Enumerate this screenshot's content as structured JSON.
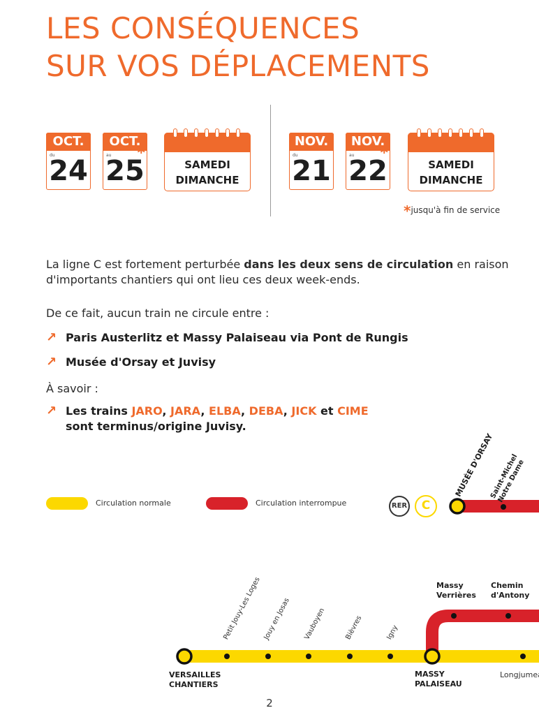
{
  "title": {
    "line1": "LES CONSÉQUENCES",
    "line2": "SUR VOS DÉPLACEMENTS"
  },
  "weekend1": {
    "from": {
      "month": "OCT.",
      "prefix": "du",
      "day": "24"
    },
    "to": {
      "month": "OCT.",
      "prefix": "au",
      "day": "25",
      "star": "*"
    },
    "days": {
      "line1": "SAMEDI",
      "line2": "DIMANCHE"
    }
  },
  "weekend2": {
    "from": {
      "month": "NOV.",
      "prefix": "du",
      "day": "21"
    },
    "to": {
      "month": "NOV.",
      "prefix": "au",
      "day": "22",
      "star": "*"
    },
    "days": {
      "line1": "SAMEDI",
      "line2": "DIMANCHE"
    }
  },
  "footnote": {
    "star": "*",
    "text": "jusqu'à fin de service"
  },
  "intro": {
    "pre": "La ligne C est fortement perturbée ",
    "bold": "dans les deux sens de circulation",
    "post": " en raison d'importants chantiers qui ont lieu ces deux week-ends."
  },
  "no_train_text": "De ce fait, aucun train ne circule entre :",
  "segments": [
    "Paris Austerlitz et Massy Palaiseau via Pont de Rungis",
    "Musée d'Orsay et Juvisy"
  ],
  "a_savoir": "À savoir :",
  "trains": {
    "pre": "Les trains ",
    "names": [
      "JARO",
      "JARA",
      "ELBA",
      "DEBA",
      "JICK",
      "CIME"
    ],
    "sep": ", ",
    "and": " et ",
    "line2": "sont terminus/origine Juvisy."
  },
  "legend": {
    "normal": "Circulation normale",
    "interrupted": "Circulation interrompue",
    "rer": "RER",
    "line": "C"
  },
  "stations": {
    "musee_orsay": "MUSÉE D'ORSAY",
    "saint_michel_1": "Saint-Michel",
    "saint_michel_2": "Notre Dame",
    "petit_jouy": "Petit Jouy-Les Loges",
    "jouy": "Jouy en Josas",
    "vauboyen": "Vauboyen",
    "bievres": "Bièvres",
    "igny": "Igny",
    "massy_verrieres_1": "Massy",
    "massy_verrieres_2": "Verrières",
    "chemin_antony_1": "Chemin",
    "chemin_antony_2": "d'Antony",
    "versailles_1": "VERSAILLES",
    "versailles_2": "CHANTIERS",
    "massy_palaiseau_1": "MASSY",
    "massy_palaiseau_2": "PALAISEAU",
    "longjumeau": "Longjumeau"
  },
  "colors": {
    "accent": "#ef6a2c",
    "normal": "#fcd800",
    "interrupted": "#d8222a"
  },
  "page_number": "2"
}
